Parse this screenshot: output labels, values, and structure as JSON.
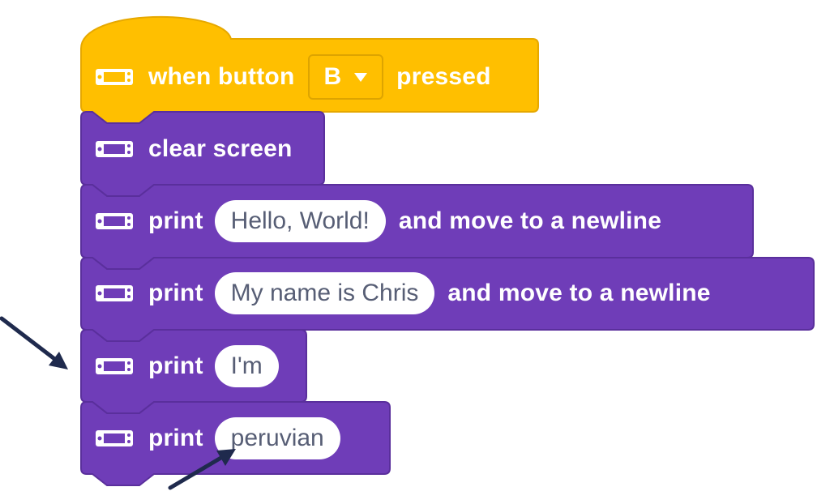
{
  "colors": {
    "event_block": "#ffbf00",
    "event_block_border": "#e6a800",
    "display_block": "#6f3db8",
    "display_block_border": "#5a2f9c",
    "pill_bg": "#ffffff",
    "pill_text": "#575e75",
    "arrow": "#1f2a4d"
  },
  "icon_names": {
    "block_icon": "device-screen-icon",
    "annotation_arrow": "arrow-icon"
  },
  "hat_block": {
    "prefix": "when button",
    "dropdown_value": "B",
    "suffix": "pressed"
  },
  "blocks": [
    {
      "keyword": "clear screen"
    },
    {
      "keyword": "print",
      "input": "Hello, World!",
      "suffix": "and move to a newline"
    },
    {
      "keyword": "print",
      "input": "My name is Chris",
      "suffix": "and move to a newline"
    },
    {
      "keyword": "print",
      "input": "I'm"
    },
    {
      "keyword": "print",
      "input": "peruvian"
    }
  ]
}
